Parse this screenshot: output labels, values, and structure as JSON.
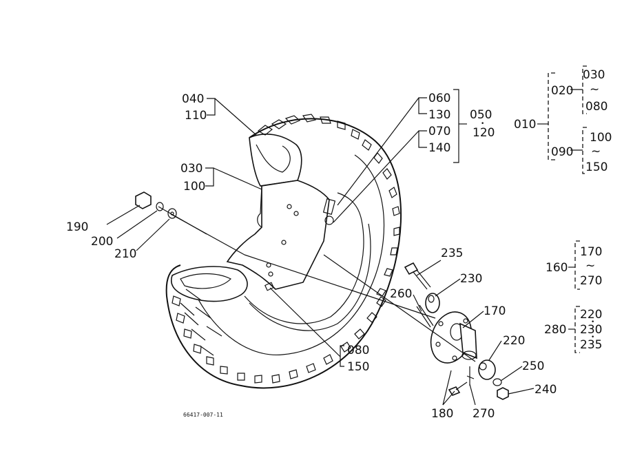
{
  "drawing_code": "66417-007-11",
  "parts": {
    "p010": "010",
    "p020": "020",
    "p030a": "030",
    "p080a": "080",
    "p090": "090",
    "p100a": "100",
    "p150a": "150",
    "p040": "040",
    "p110": "110",
    "p030": "030",
    "p100": "100",
    "p060": "060",
    "p130": "130",
    "p070": "070",
    "p140": "140",
    "p050": "050",
    "p120": "120",
    "p190": "190",
    "p200": "200",
    "p210": "210",
    "p235": "235",
    "p230": "230",
    "p260": "260",
    "p170": "170",
    "p220": "220",
    "p250": "250",
    "p240": "240",
    "p180": "180",
    "p270": "270",
    "p080": "080",
    "p150": "150",
    "p160": "160",
    "p170b": "170",
    "p270b": "270",
    "p280": "280",
    "p220b": "220",
    "p230b": "230",
    "p235b": "235"
  },
  "symbols": {
    "tilde": "~",
    "dot": "•"
  }
}
